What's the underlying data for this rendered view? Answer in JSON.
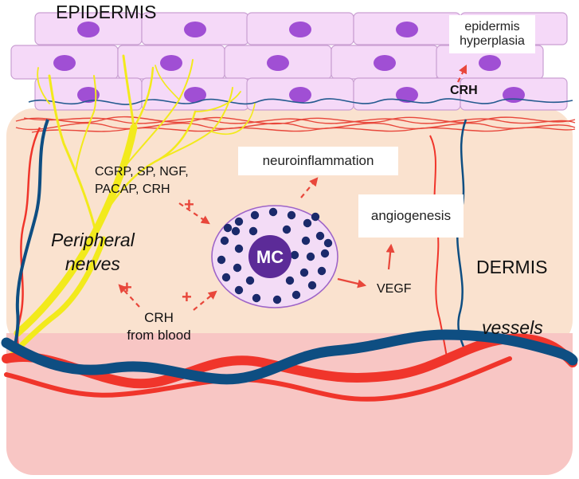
{
  "labels": {
    "epidermis": "EPIDERMIS",
    "dermis": "DERMIS",
    "vessels": "vessels",
    "peripheral_nerves_1": "Peripheral",
    "peripheral_nerves_2": "nerves",
    "mediators_1": "CGRP, SP, NGF,",
    "mediators_2": "PACAP, CRH",
    "crh_blood_1": "CRH",
    "crh_blood_2": "from blood",
    "crh_top": "CRH",
    "vegf": "VEGF",
    "mast_cell": "MC",
    "plus": "+"
  },
  "boxes": {
    "neuroinflammation": "neuroinflammation",
    "angiogenesis": "angiogenesis",
    "epidermis_hyperplasia_1": "epidermis",
    "epidermis_hyperplasia_2": "hyperplasia"
  },
  "colors": {
    "epidermis_cell_fill": "#f5d9f8",
    "epidermis_cell_stroke": "#c99fd2",
    "nucleus": "#a04fd4",
    "dermis": "#fae2cf",
    "hypodermis": "#f8c6c4",
    "nerve": "#f2ea1c",
    "blood_vessel_red": "#f0352b",
    "blood_vessel_blue": "#0e4e82",
    "thin_red": "#e8473b",
    "thin_blue": "#245a8f",
    "arrow": "#e8473b",
    "mast_cell_fill": "#f3dcf6",
    "mast_cell_stroke": "#9e64c8",
    "mast_cell_nucleus": "#5c2b98",
    "granule": "#1b2a6b"
  }
}
